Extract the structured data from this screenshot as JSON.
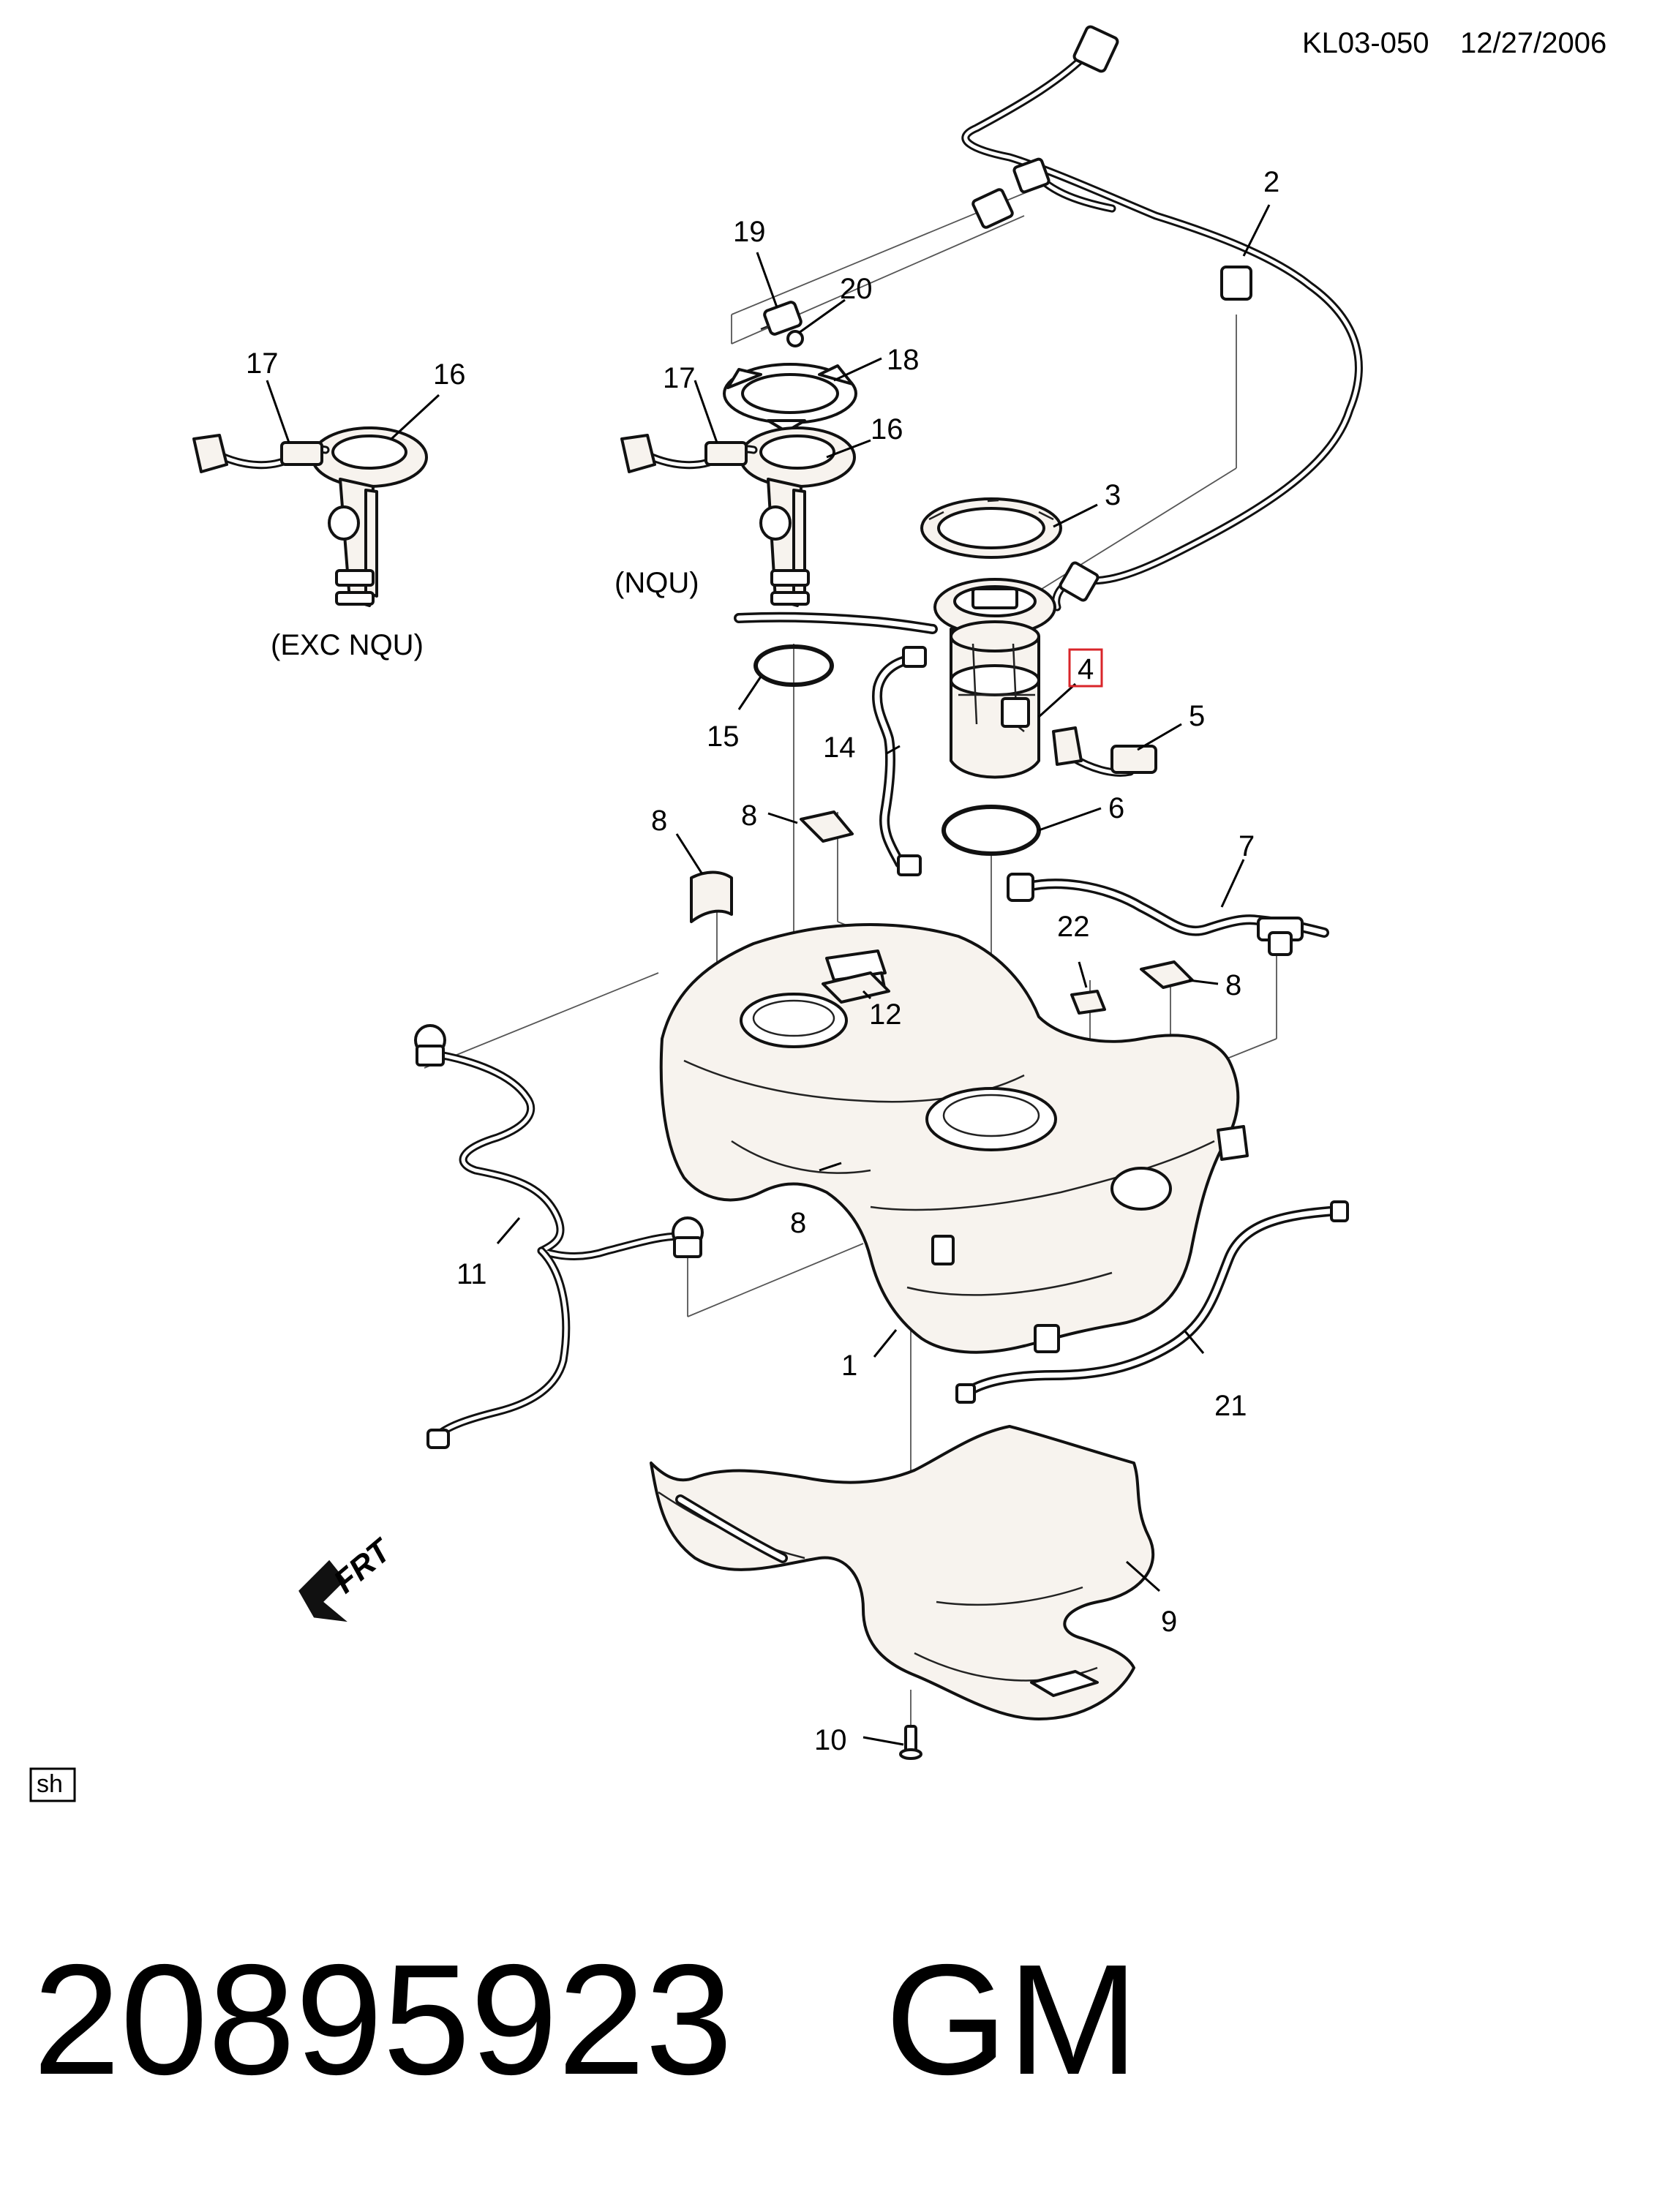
{
  "header": {
    "illustration_code": "KL03-050",
    "date": "12/27/2006"
  },
  "callouts": {
    "c1": "1",
    "c2": "2",
    "c3": "3",
    "c4": "4",
    "c5": "5",
    "c6": "6",
    "c7": "7",
    "c8a": "8",
    "c8b": "8",
    "c8c": "8",
    "c8d": "8",
    "c9": "9",
    "c10": "10",
    "c11": "11",
    "c12": "12",
    "c14": "14",
    "c15": "15",
    "c16a": "16",
    "c16b": "16",
    "c17a": "17",
    "c17b": "17",
    "c18": "18",
    "c19": "19",
    "c20": "20",
    "c21": "21",
    "c22": "22"
  },
  "highlighted_callout": "4",
  "highlight_color": "#d9252a",
  "notes": {
    "exc_nqu": "(EXC NQU)",
    "nqu": "(NQU)"
  },
  "direction_indicator": {
    "label": "FRT",
    "icon": "forward-arrow-icon"
  },
  "footer_box": "sh",
  "part_number": "20895923",
  "brand": "GM"
}
